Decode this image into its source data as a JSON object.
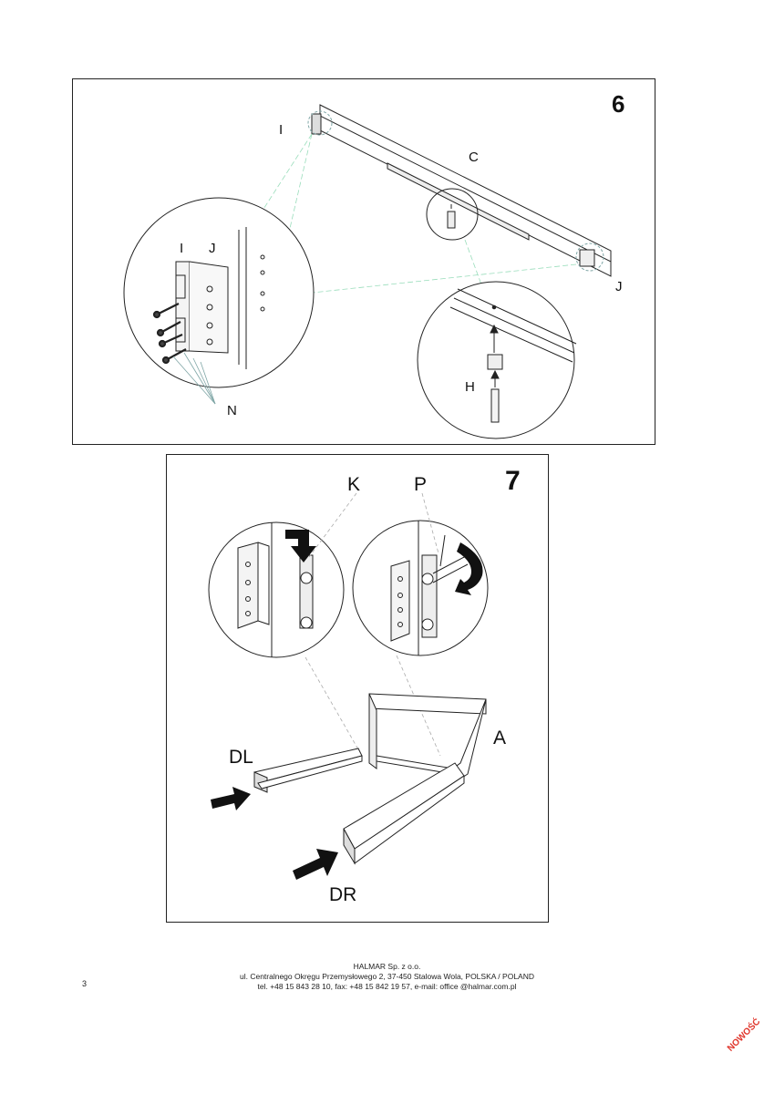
{
  "step6": {
    "number": "6",
    "labels": {
      "I_top": "I",
      "C": "C",
      "I_detail": "I",
      "J_detail": "J",
      "J_right": "J",
      "N": "N",
      "H": "H"
    }
  },
  "step7": {
    "number": "7",
    "labels": {
      "K": "K",
      "P": "P",
      "A": "A",
      "DL": "DL",
      "DR": "DR"
    }
  },
  "footer": {
    "company": "HALMAR Sp. z o.o.",
    "address": "ul. Centralnego Okręgu Przemysłowego 2, 37-450 Stalowa Wola, POLSKA / POLAND",
    "contact": "tel. +48 15 843 28 10, fax: +48 15 842 19 57, e-mail: office @halmar.com.pl"
  },
  "page_number": "3",
  "badge": "NOWOŚĆ",
  "colors": {
    "badge": "#e0352b",
    "line": "#222222",
    "leader": "#7fa6a6"
  }
}
